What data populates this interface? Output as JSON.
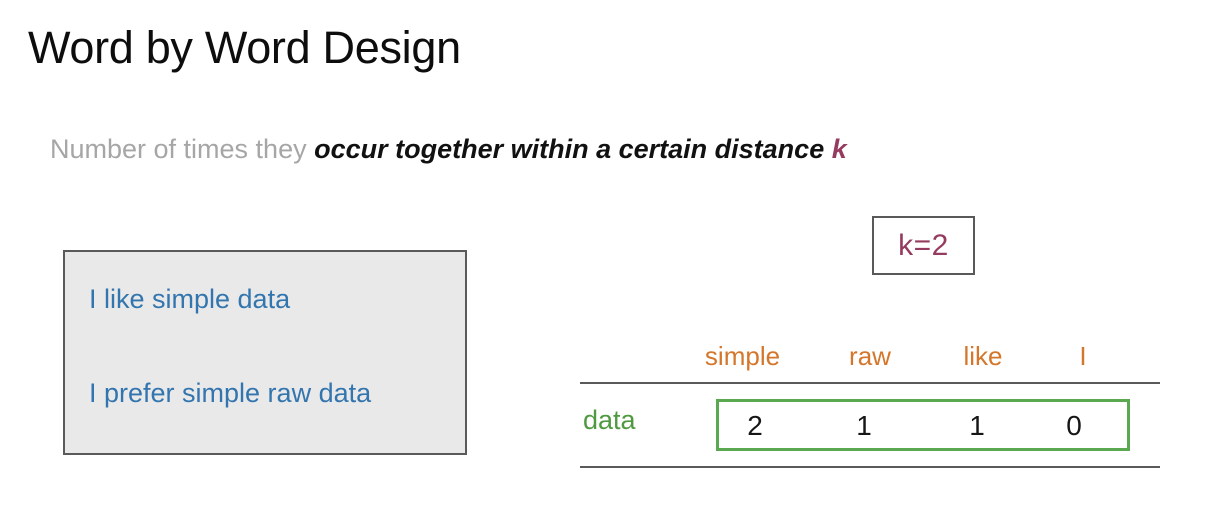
{
  "slide": {
    "title": "Word by Word Design",
    "subtitle": {
      "plain": "Number of times they ",
      "emphasis": "occur together within a certain distance ",
      "variable": "k"
    }
  },
  "k_callout": {
    "label": "k=2"
  },
  "corpus": {
    "lines": [
      "I like simple data",
      "I prefer simple raw data"
    ]
  },
  "colors": {
    "title": "#0d0d0d",
    "subtitle_plain": "#a6a6a6",
    "subtitle_emphasis": "#111111",
    "variable_k": "#953b5f",
    "corpus_text": "#3375ae",
    "corpus_background": "#e9e9e9",
    "corpus_border": "#5a5a5a",
    "column_header": "#d4762b",
    "row_label": "#4f9a41",
    "value_box_border": "#5aa84f",
    "value_text": "#161616",
    "rule": "#5a5a5a"
  },
  "chart_data": {
    "type": "table",
    "title": "Word by Word Design",
    "categories": [
      "simple",
      "raw",
      "like",
      "I"
    ],
    "row_labels": [
      "data"
    ],
    "values": [
      2,
      1,
      1,
      0
    ],
    "series": [
      {
        "name": "data",
        "values": [
          2,
          1,
          1,
          0
        ]
      }
    ],
    "xlabel": "",
    "ylabel": "",
    "annotations": [
      "k=2"
    ],
    "grid": false,
    "legend": "none"
  }
}
